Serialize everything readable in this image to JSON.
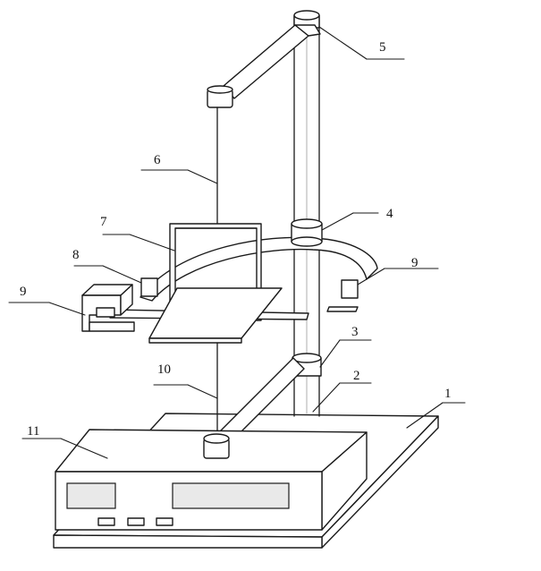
{
  "diagram": {
    "labels": {
      "l1": "1",
      "l2": "2",
      "l3": "3",
      "l4": "4",
      "l5": "5",
      "l6": "6",
      "l7": "7",
      "l8": "8",
      "l9_left": "9",
      "l9_right": "9",
      "l10": "10",
      "l11": "11"
    }
  }
}
